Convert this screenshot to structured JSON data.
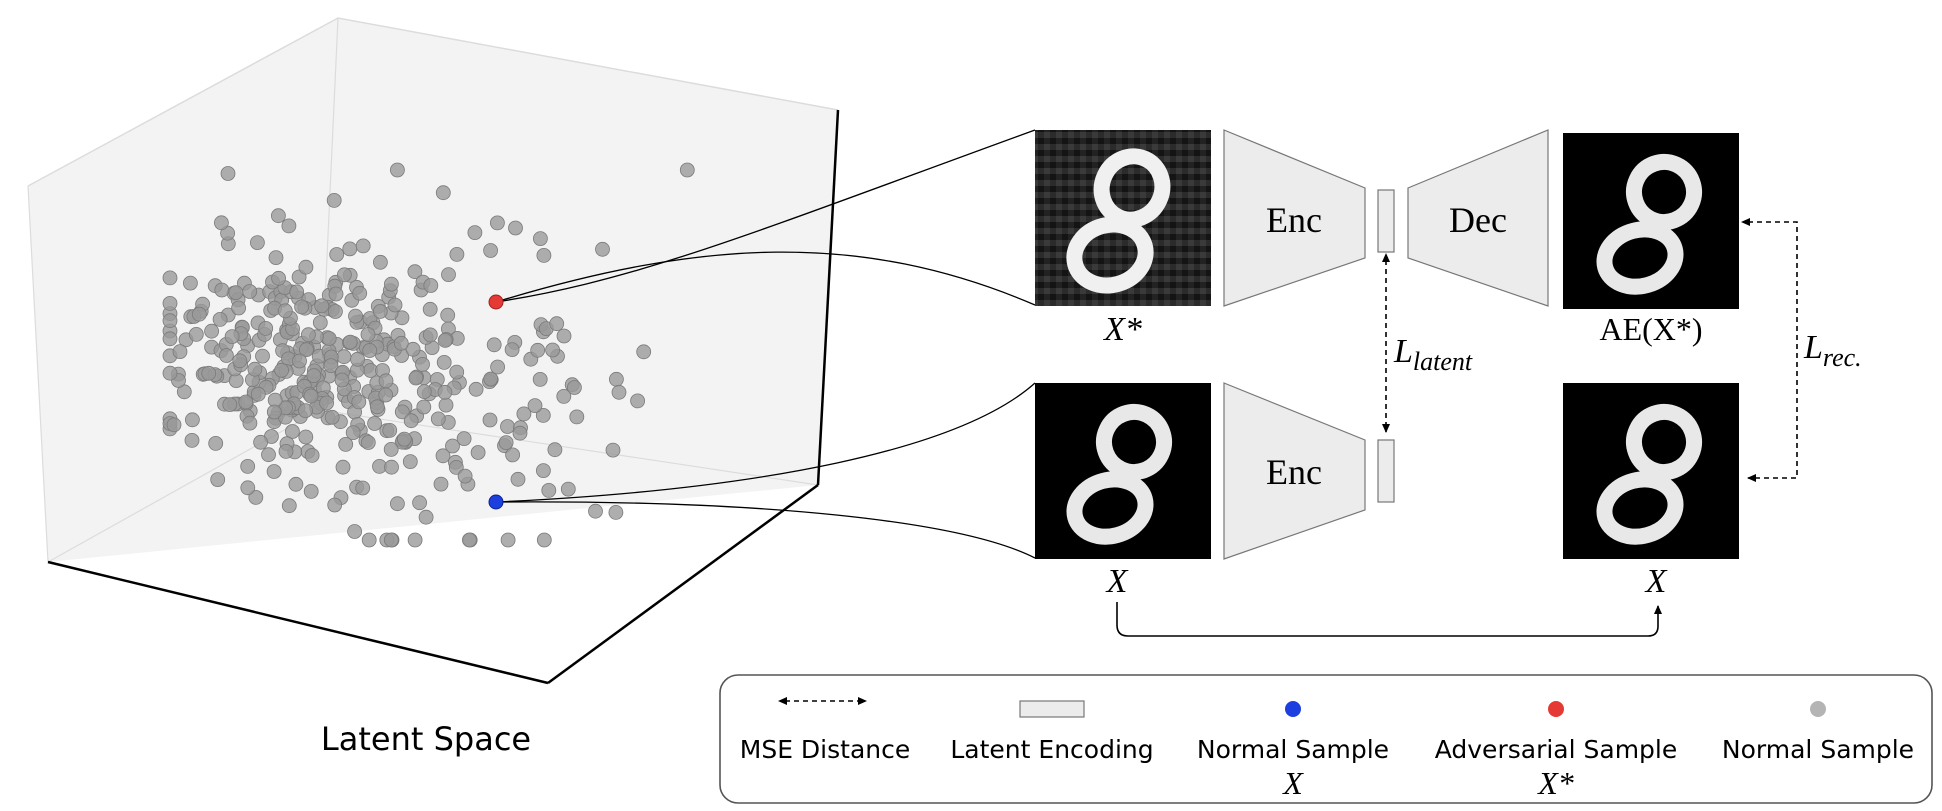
{
  "latent_space": {
    "label": "Latent Space",
    "point_count": 420,
    "normal_point_color": "#9a9a9a",
    "adversarial_point_color": "#e53935",
    "normal_sample_color": "#1e3fe0"
  },
  "pipeline": {
    "adv_input_label": "X*",
    "normal_input_label": "X",
    "encoder_label": "Enc",
    "decoder_label": "Dec",
    "reconstruction_label": "AE(X*)",
    "normal_target_label": "X",
    "latent_loss_label": "L_latent",
    "reconstruction_loss_label": "L_rec.",
    "box_fill": "#ececec"
  },
  "legend": {
    "items": [
      {
        "label": "MSE Distance",
        "sub": ""
      },
      {
        "label": "Latent Encoding",
        "sub": ""
      },
      {
        "label": "Normal Sample",
        "sub": "X"
      },
      {
        "label": "Adversarial Sample",
        "sub": "X*"
      },
      {
        "label": "Normal Sample",
        "sub": ""
      }
    ]
  }
}
